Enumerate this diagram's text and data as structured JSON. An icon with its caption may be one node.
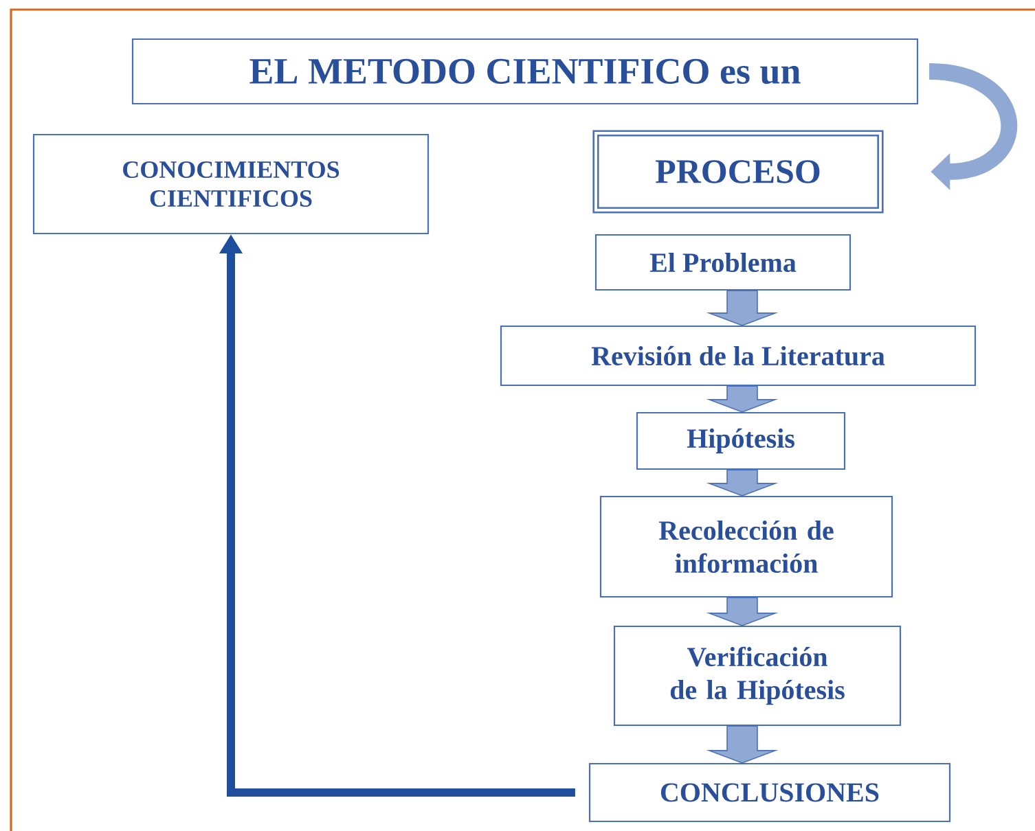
{
  "diagram": {
    "nodes": [
      {
        "text": [
          "EL METODO CIENTIFICO es un"
        ]
      },
      {
        "text": [
          "CONOCIMIENTOS CIENTIFICOS"
        ]
      },
      {
        "text": [
          "PROCESO"
        ]
      },
      {
        "text": [
          "El Problema"
        ]
      },
      {
        "text": [
          "Revisión de la Literatura"
        ]
      },
      {
        "text": [
          "Hipótesis"
        ]
      },
      {
        "text": [
          "Recolección de información"
        ]
      },
      {
        "text": [
          "Verificación de la Hipótesis"
        ]
      },
      {
        "text": [
          "CONCLUSIONES"
        ]
      }
    ],
    "edges": [
      {
        "from": 0,
        "to": 2,
        "arrow": "to",
        "style": "thick"
      },
      {
        "from": 3,
        "to": 4,
        "arrow": "to"
      },
      {
        "from": 4,
        "to": 5,
        "arrow": "to"
      },
      {
        "from": 5,
        "to": 6,
        "arrow": "to"
      },
      {
        "from": 6,
        "to": 7,
        "arrow": "to"
      },
      {
        "from": 7,
        "to": 8,
        "arrow": "to"
      },
      {
        "from": 8,
        "to": 1,
        "arrow": "to",
        "color": "#1f4e9c"
      }
    ]
  }
}
